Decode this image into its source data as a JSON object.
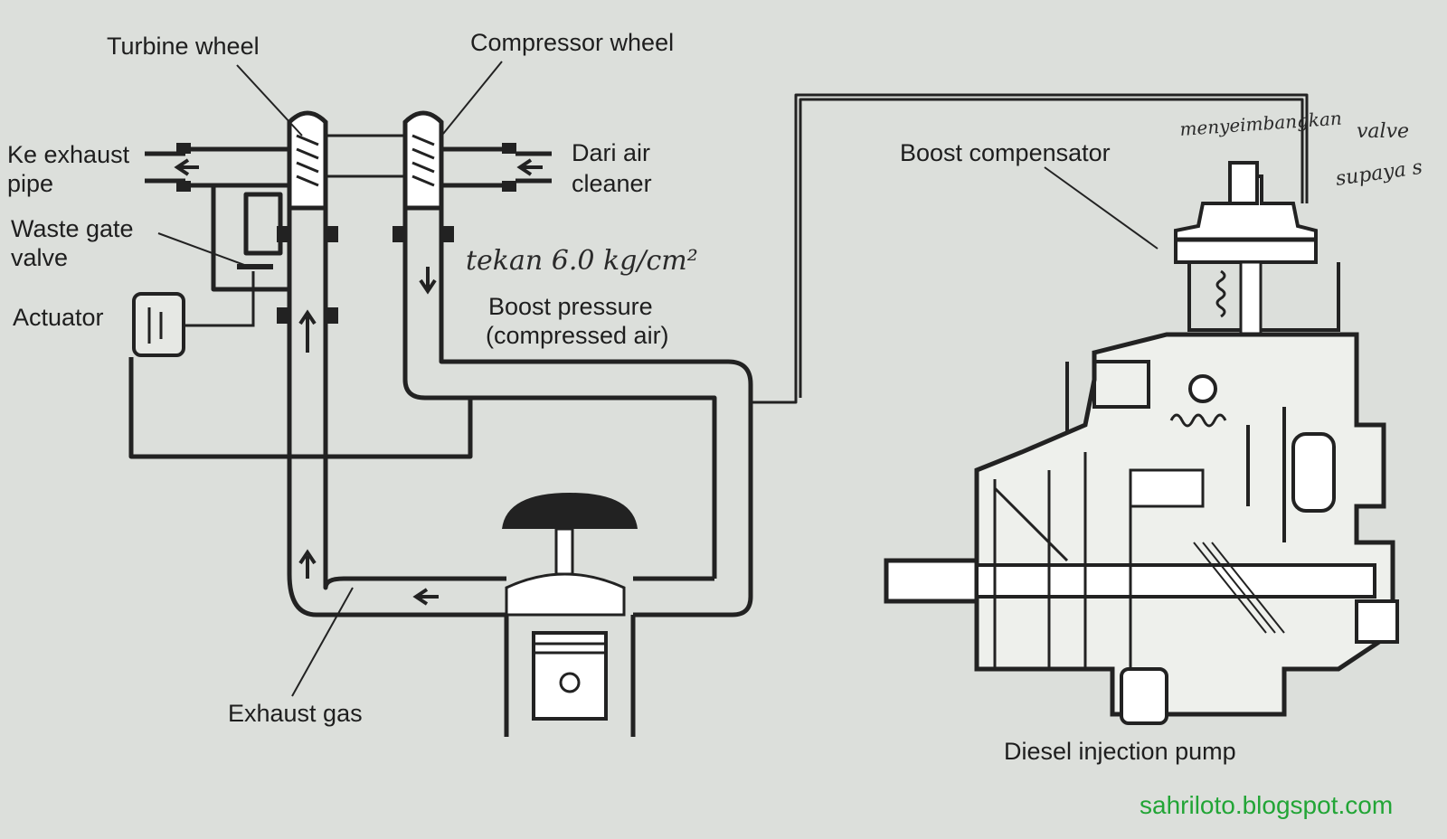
{
  "labels": {
    "turbine_wheel": "Turbine wheel",
    "compressor_wheel": "Compressor wheel",
    "ke_exhaust_line1": "Ke exhaust",
    "ke_exhaust_line2": "pipe",
    "dari_air_line1": "Dari air",
    "dari_air_line2": "cleaner",
    "waste_gate_line1": "Waste gate",
    "waste_gate_line2": "valve",
    "actuator": "Actuator",
    "boost_pressure_line1": "Boost pressure",
    "boost_pressure_line2": "(compressed air)",
    "boost_compensator": "Boost compensator",
    "exhaust_gas": "Exhaust gas",
    "diesel_injection_pump": "Diesel injection pump"
  },
  "handwriting": {
    "pressure_note": "tekan 6.0 kg/cm²",
    "note_top": "menyeimbangkan",
    "note_top_right": "valve",
    "note_right": "supaya s"
  },
  "watermark": "sahriloto.blogspot.com",
  "colors": {
    "background": "#dcdfdb",
    "ink": "#222222",
    "watermark": "#22a536"
  }
}
